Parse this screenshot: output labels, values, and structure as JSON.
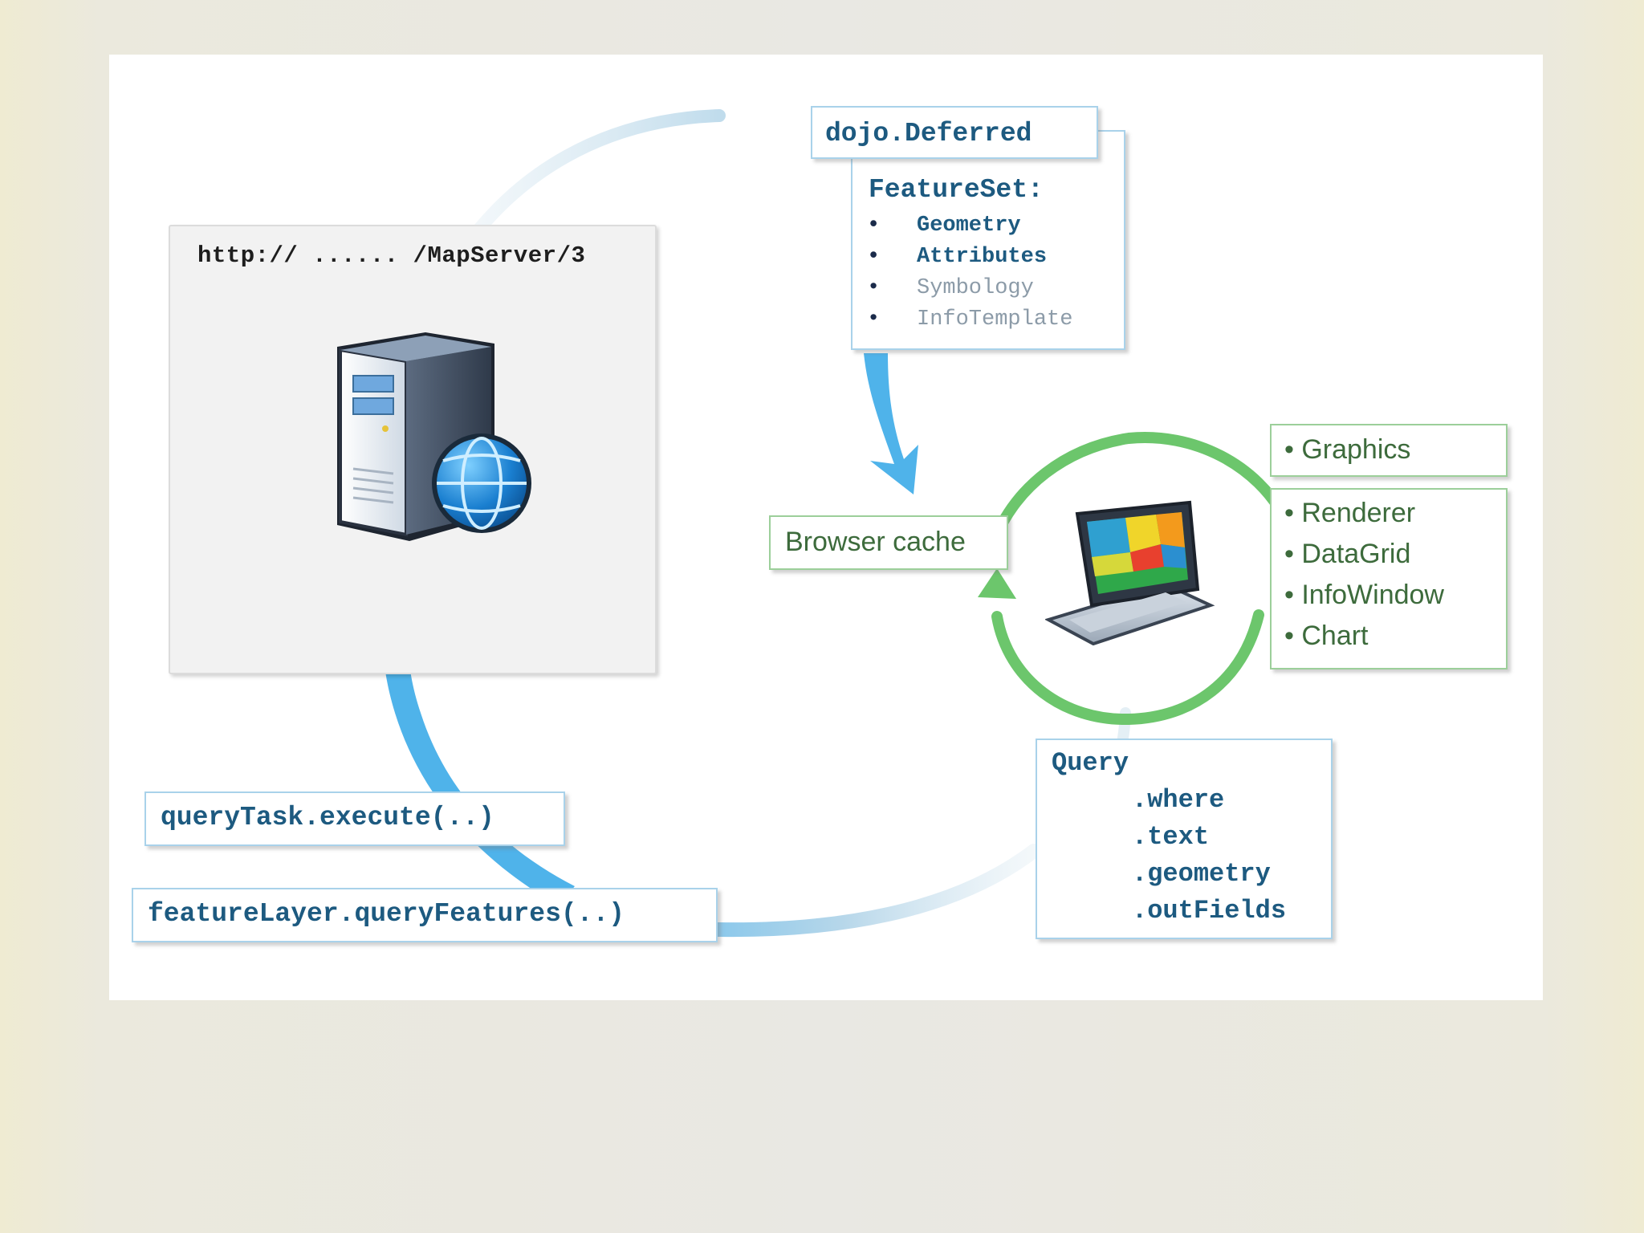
{
  "server": {
    "url": "http:// ...... /MapServer/3",
    "icon": "web-server-icon"
  },
  "deferred": {
    "label": "dojo.Deferred"
  },
  "feature_set": {
    "title": "FeatureSet:",
    "items": [
      {
        "label": "Geometry",
        "emphasis": "strong"
      },
      {
        "label": "Attributes",
        "emphasis": "strong"
      },
      {
        "label": "Symbology",
        "emphasis": "faint"
      },
      {
        "label": "InfoTemplate",
        "emphasis": "faint"
      }
    ]
  },
  "client": {
    "icon": "laptop-map-icon",
    "graphics_label": "• Graphics",
    "outputs": [
      "• Renderer",
      "• DataGrid",
      "• InfoWindow",
      "• Chart"
    ],
    "cache_label": "Browser cache"
  },
  "query": {
    "title": "Query",
    "fields": [
      ".where",
      ".text",
      ".geometry",
      ".outFields"
    ]
  },
  "calls": {
    "query_task": "queryTask.execute(..)",
    "feature_layer": "featureLayer.queryFeatures(..)"
  },
  "colors": {
    "request_arrow": "#4fb3ea",
    "cycle_arrow": "#6cc66c",
    "code_text": "#1d5a80",
    "client_text": "#3d6b3c"
  }
}
